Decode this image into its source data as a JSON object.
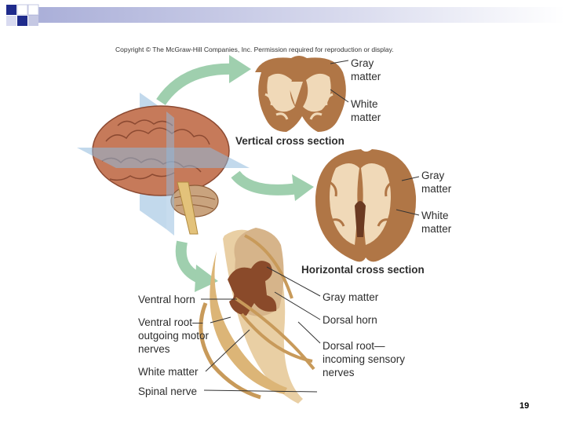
{
  "slide": {
    "copyright": "Copyright © The McGraw-Hill Companies, Inc. Permission required for reproduction or display.",
    "page_number": "19"
  },
  "vertical_section": {
    "title": "Vertical cross section",
    "gray_label": [
      "Gray",
      "matter"
    ],
    "white_label": [
      "White",
      "matter"
    ]
  },
  "horizontal_section": {
    "title": "Horizontal cross section",
    "gray_label": [
      "Gray",
      "matter"
    ],
    "white_label": [
      "White",
      "matter"
    ]
  },
  "spinal_cord": {
    "left_labels": {
      "ventral_horn": "Ventral horn",
      "ventral_root": [
        "Ventral root—",
        "outgoing motor",
        "nerves"
      ],
      "white_matter": "White matter",
      "spinal_nerve": "Spinal nerve"
    },
    "right_labels": {
      "gray_matter": "Gray matter",
      "dorsal_horn": "Dorsal horn",
      "dorsal_root": [
        "Dorsal root—",
        "incoming sensory",
        "nerves"
      ]
    }
  },
  "colors": {
    "gray_matter": "#b07646",
    "white_matter": "#f0d9b8",
    "arrow": "#9fcfae",
    "plane": "#8fb9dd",
    "header_blue": "#1f2b8c"
  }
}
